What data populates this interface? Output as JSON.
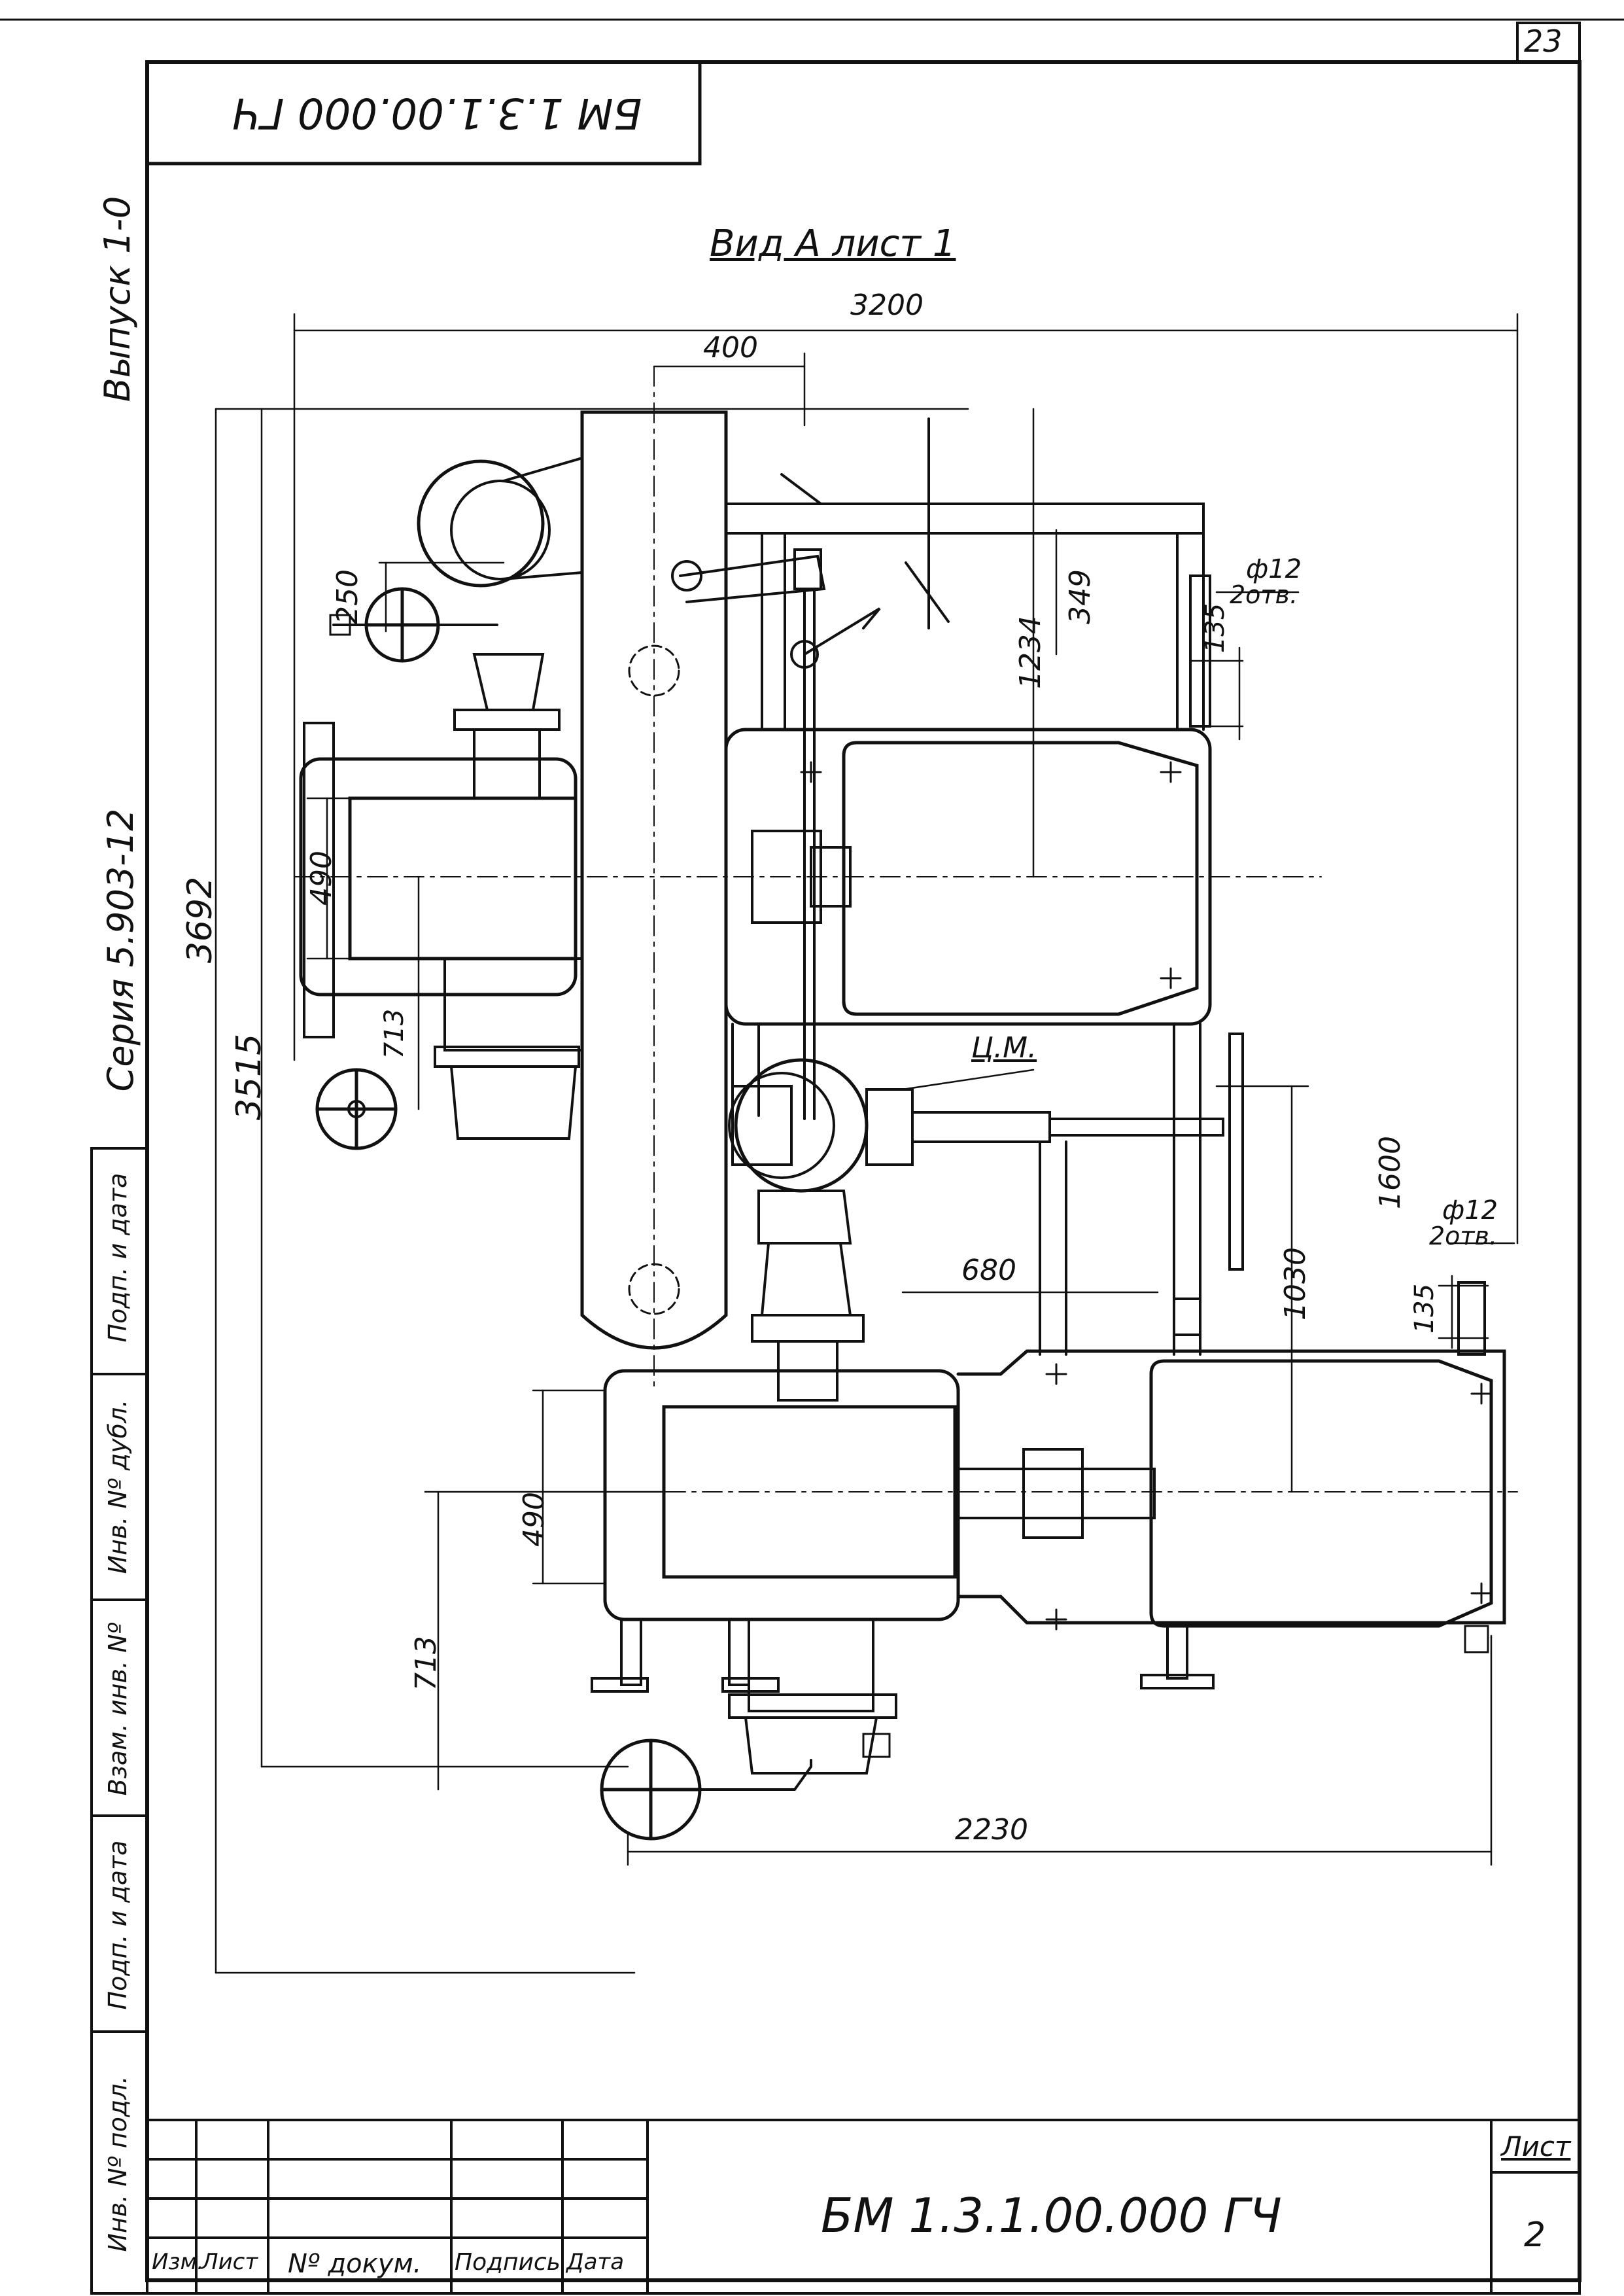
{
  "page_number": "23",
  "top_stamp": "БМ 1.3.1.00.000 ГЧ",
  "view_title": "Вид А  лист 1",
  "left_margin": {
    "issue": "Выпуск 1-0",
    "series": "Серия 5.903-12"
  },
  "left_stamp_fields": [
    "Подп. и дата",
    "Инв. Nº дубл.",
    "Взам. инв. Nº",
    "Подп. и дата",
    "Инв. Nº подл."
  ],
  "dimensions": {
    "d3200": "3200",
    "d400": "400",
    "d250": "250",
    "d349": "349",
    "d1234": "1234",
    "d135_top": "135",
    "hole_top": "ф12",
    "holes_top": "2отв.",
    "d490_top": "490",
    "d713_top": "713",
    "d3692": "3692",
    "d3515": "3515",
    "cm": "Ц.М.",
    "d680": "680",
    "d1030": "1030",
    "d1600": "1600",
    "hole_bot": "ф12",
    "holes_bot": "2отв.",
    "d135_bot": "135",
    "d490_bot": "490",
    "d713_bot": "713",
    "d2230": "2230"
  },
  "title_block": {
    "headers": [
      "Изм.",
      "Лист",
      "Nº докум.",
      "Подпись",
      "Дата"
    ],
    "designation": "БМ 1.3.1.00.000 ГЧ",
    "sheet_label": "Лист",
    "sheet_number": "2"
  }
}
